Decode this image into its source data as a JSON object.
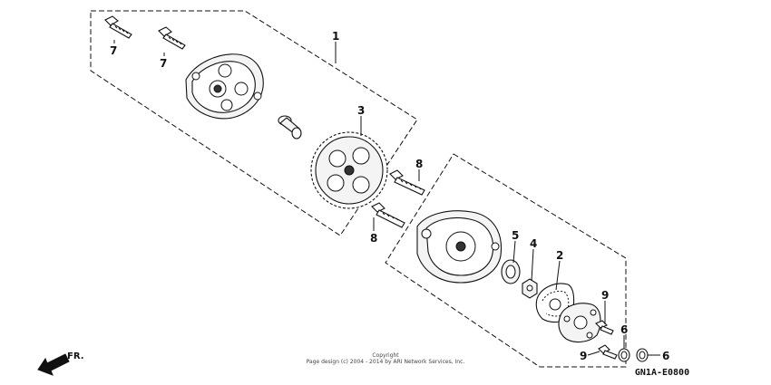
{
  "callouts": {
    "c1": "1",
    "c2": "2",
    "c3": "3",
    "c4": "4",
    "c5": "5",
    "c6a": "6",
    "c6b": "6",
    "c7a": "7",
    "c7b": "7",
    "c8a": "8",
    "c8b": "8",
    "c9a": "9",
    "c9b": "9"
  },
  "direction": {
    "label": "FR."
  },
  "copyright": {
    "line1": "Copyright",
    "line2": "Page design (c) 2004 - 2014 by ARI Network Services, Inc."
  },
  "diagram_code": "GN1A-E0800"
}
